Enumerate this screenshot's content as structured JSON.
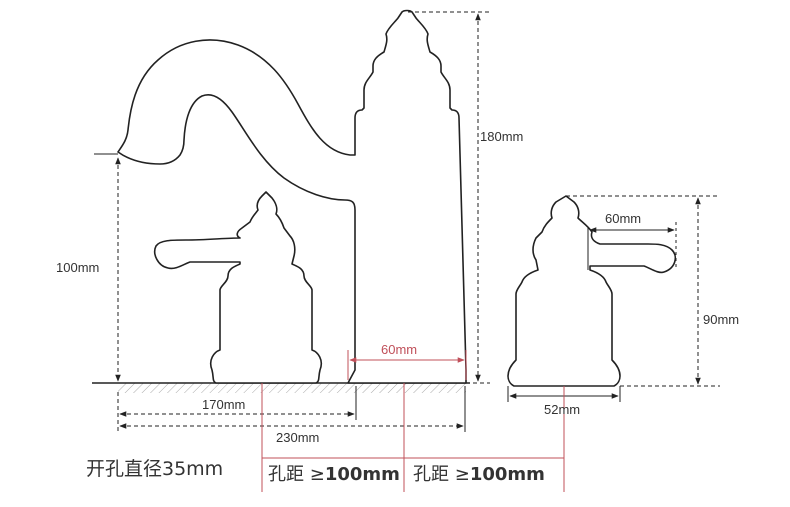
{
  "dimensions": {
    "spout_height": "100mm",
    "total_height": "180mm",
    "handle_height": "90mm",
    "hole_spacing": "60mm",
    "lever_length": "60mm",
    "spout_reach": "170mm",
    "overall_width": "230mm",
    "base_diameter": "52mm"
  },
  "notes": {
    "hole_diameter": "开孔直径35mm",
    "spacing_1": {
      "prefix": "孔距 ",
      "symbol": "≥",
      "value": "100mm"
    },
    "spacing_2": {
      "prefix": "孔距  ",
      "symbol": "≥",
      "value": "100mm"
    }
  },
  "colors": {
    "outline": "#222222",
    "dimension": "#222222",
    "accent_red": "#c0505a"
  }
}
